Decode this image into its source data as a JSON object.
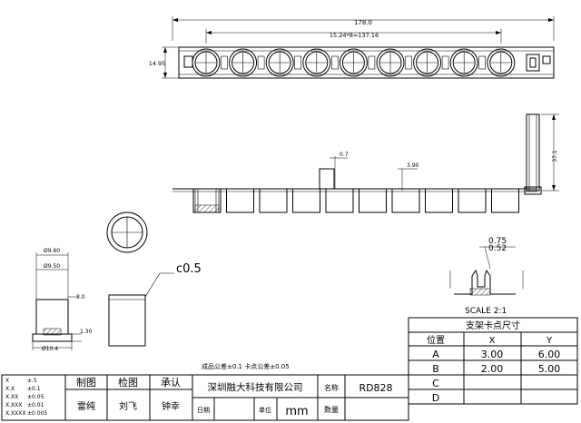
{
  "dims": {
    "overall_length": "178.0",
    "pitch": "15.24*8=137.16",
    "height": "14.95",
    "small_width": "0.7",
    "small_height": "3.90",
    "vertical_height": "37.1",
    "dia_outer": "Ø9.60",
    "dia_inner": "Ø9.50",
    "height_left": "8.0",
    "bottom_height": "1.30",
    "dia_base": "Ø10.4",
    "chamfer": "c0.5",
    "detail_top": "0.75",
    "detail_mid": "0.52",
    "scale": "SCALE 2:1"
  },
  "tolerance_note": "成品公差±0.1 卡点公差±0.05",
  "clip_table": {
    "title": "支架卡点尺寸",
    "headers": [
      "位置",
      "X",
      "Y"
    ],
    "rows": [
      {
        "pos": "A",
        "x": "3.00",
        "y": "6.00"
      },
      {
        "pos": "B",
        "x": "2.00",
        "y": "5.00"
      },
      {
        "pos": "C",
        "x": "",
        "y": ""
      },
      {
        "pos": "D",
        "x": "",
        "y": ""
      }
    ]
  },
  "title_block": {
    "tol": [
      {
        "k": "X",
        "v": "±.5"
      },
      {
        "k": "X.X",
        "v": "±0.1"
      },
      {
        "k": "X.XX",
        "v": "±0.05"
      },
      {
        "k": "X.XXX",
        "v": "±0.01"
      },
      {
        "k": "X.XXXX",
        "v": "±0.005"
      }
    ],
    "drawn_label": "制图",
    "checked_label": "检图",
    "approved_label": "承认",
    "drawn_by": "雷纯",
    "checked_by": "刘飞",
    "approved_by": "钟幸",
    "company": "深圳融大科技有限公司",
    "name_label": "名称",
    "part_name": "RD828",
    "date_label": "日期",
    "unit_label": "单位",
    "unit": "mm",
    "qty_label": "数量"
  }
}
